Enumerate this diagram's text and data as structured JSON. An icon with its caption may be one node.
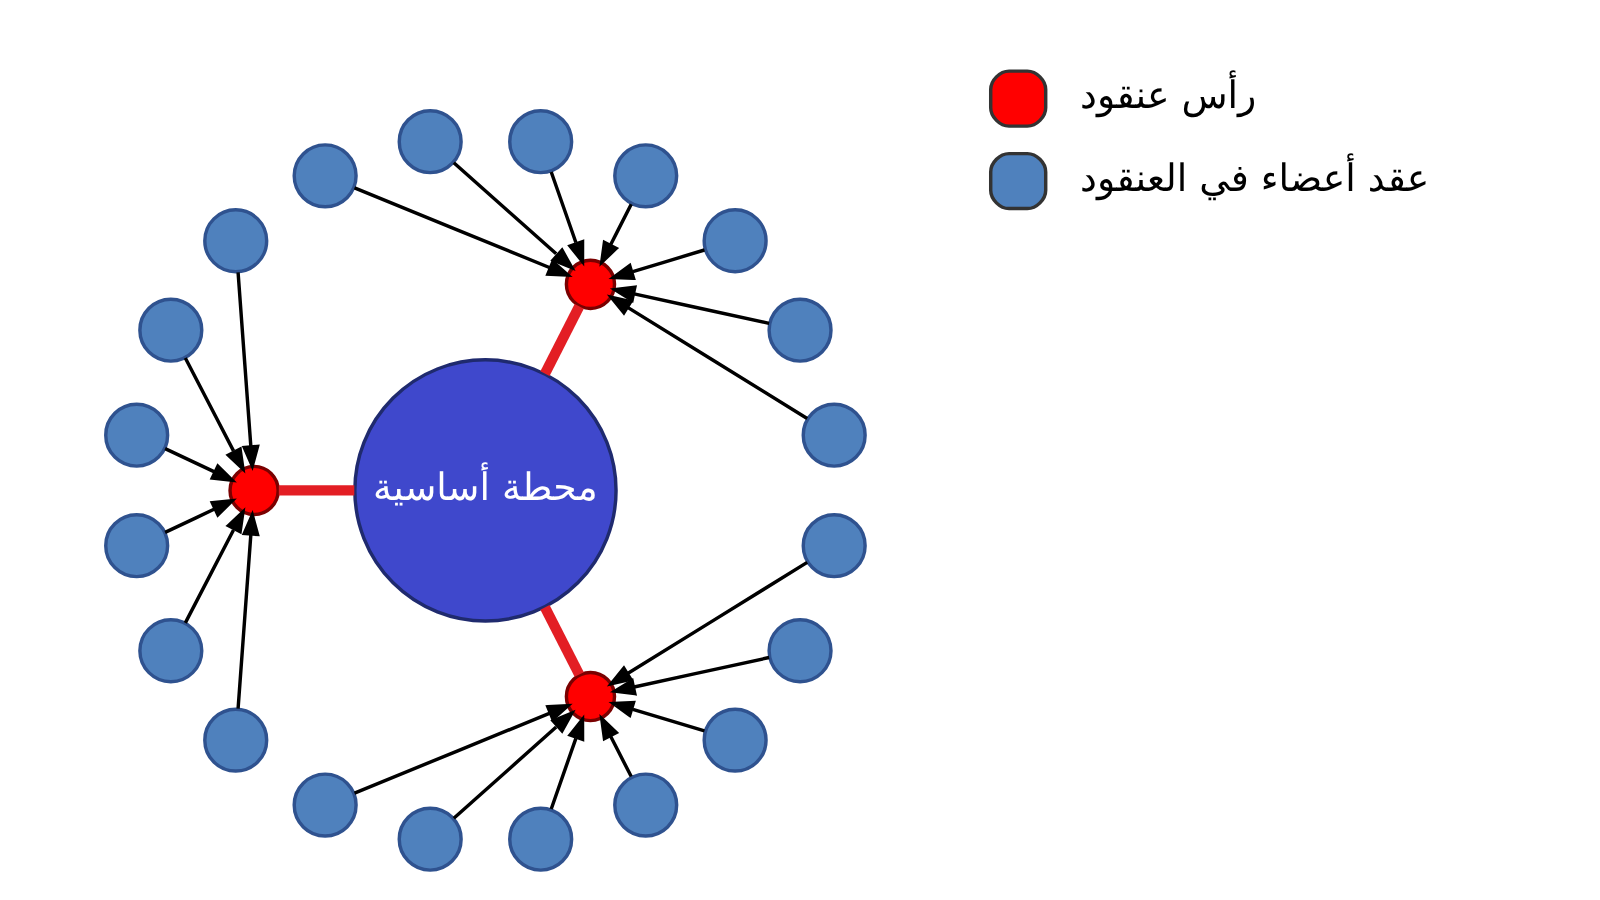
{
  "diagram": {
    "nodes": [
      {
        "text": [
          "محطة أساسية"
        ]
      },
      {
        "text": [],
        "shape": "circle"
      },
      {
        "text": [],
        "shape": "circle"
      },
      {
        "text": [],
        "shape": "circle"
      },
      {
        "text": [],
        "shape": "circle"
      },
      {
        "text": [],
        "shape": "circle"
      },
      {
        "text": [],
        "shape": "circle"
      },
      {
        "text": [],
        "shape": "circle"
      },
      {
        "text": [],
        "shape": "circle"
      },
      {
        "text": [],
        "shape": "circle"
      },
      {
        "text": [],
        "shape": "circle"
      },
      {
        "text": [],
        "shape": "circle"
      },
      {
        "text": [],
        "shape": "circle"
      },
      {
        "text": [],
        "shape": "circle"
      },
      {
        "text": [],
        "shape": "circle"
      },
      {
        "text": [],
        "shape": "circle"
      },
      {
        "text": [],
        "shape": "circle"
      },
      {
        "text": [],
        "shape": "circle"
      },
      {
        "text": [],
        "shape": "circle"
      },
      {
        "text": [],
        "shape": "circle"
      },
      {
        "text": [],
        "shape": "circle"
      },
      {
        "text": [],
        "shape": "circle"
      },
      {
        "text": [],
        "shape": "circle"
      },
      {
        "text": [],
        "shape": "circle"
      }
    ],
    "edges": [
      {
        "from": 1,
        "to": 0,
        "arrow": "none",
        "style": "thick",
        "color": "#e31e24"
      },
      {
        "from": 2,
        "to": 0,
        "arrow": "none",
        "style": "thick",
        "color": "#e31e24"
      },
      {
        "from": 3,
        "to": 0,
        "arrow": "none",
        "style": "thick",
        "color": "#e31e24"
      },
      {
        "from": 4,
        "to": 1,
        "arrow": "to"
      },
      {
        "from": 5,
        "to": 1,
        "arrow": "to"
      },
      {
        "from": 6,
        "to": 1,
        "arrow": "to"
      },
      {
        "from": 7,
        "to": 1,
        "arrow": "to"
      },
      {
        "from": 8,
        "to": 1,
        "arrow": "to"
      },
      {
        "from": 9,
        "to": 1,
        "arrow": "to"
      },
      {
        "from": 10,
        "to": 1,
        "arrow": "to"
      },
      {
        "from": 11,
        "to": 2,
        "arrow": "to"
      },
      {
        "from": 12,
        "to": 2,
        "arrow": "to"
      },
      {
        "from": 13,
        "to": 2,
        "arrow": "to"
      },
      {
        "from": 14,
        "to": 2,
        "arrow": "to"
      },
      {
        "from": 15,
        "to": 2,
        "arrow": "to"
      },
      {
        "from": 16,
        "to": 2,
        "arrow": "to"
      },
      {
        "from": 17,
        "to": 3,
        "arrow": "to"
      },
      {
        "from": 18,
        "to": 3,
        "arrow": "to"
      },
      {
        "from": 19,
        "to": 3,
        "arrow": "to"
      },
      {
        "from": 20,
        "to": 3,
        "arrow": "to"
      },
      {
        "from": 21,
        "to": 3,
        "arrow": "to"
      },
      {
        "from": 22,
        "to": 3,
        "arrow": "to"
      },
      {
        "from": 23,
        "to": 3,
        "arrow": "to"
      }
    ],
    "legend": [
      {
        "text": "رأس عنقود",
        "color": "#ff0000"
      },
      {
        "text": "عقد أعضاء في العنقود",
        "color": "#4f81bd"
      }
    ]
  }
}
